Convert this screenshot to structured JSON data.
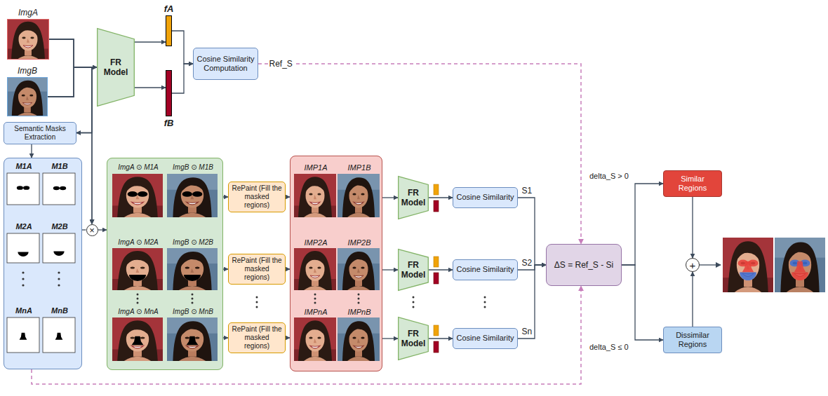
{
  "diagram": {
    "nodes": [
      {
        "text": [
          "ImgA"
        ]
      },
      {
        "text": [
          "ImgB"
        ]
      },
      {
        "text": [
          "FR Model"
        ]
      },
      {
        "text": [
          "fA"
        ]
      },
      {
        "text": [
          "fB"
        ]
      },
      {
        "text": [
          "Cosine Similarity Computation"
        ]
      },
      {
        "text": [
          "Semantic Masks Extraction"
        ]
      },
      {
        "text": [
          "M1A",
          "M1B",
          "M2A",
          "M2B",
          "MnA",
          "MnB"
        ]
      },
      {
        "text": [
          "×"
        ]
      },
      {
        "text": [
          "ImgA ⊙ M1A",
          "ImgB ⊙ M1B",
          "ImgA ⊙ M2A",
          "ImgB ⊙ M2B",
          "ImgA ⊙ MnA",
          "ImgB ⊙ MnB"
        ]
      },
      {
        "text": [
          "RePaint (Fill the masked regions)"
        ]
      },
      {
        "text": [
          "RePaint (Fill the masked regions)"
        ]
      },
      {
        "text": [
          "RePaint (Fill the masked regions)"
        ]
      },
      {
        "text": [
          "IMP1A",
          "IMP1B",
          "IMP2A",
          "IMP2B",
          "IMPnA",
          "IMPnB"
        ]
      },
      {
        "text": [
          "FR Model"
        ]
      },
      {
        "text": [
          "FR Model"
        ]
      },
      {
        "text": [
          "FR Model"
        ]
      },
      {
        "text": [
          "Cosine Similarity"
        ]
      },
      {
        "text": [
          "Cosine Similarity"
        ]
      },
      {
        "text": [
          "Cosine Similarity"
        ]
      },
      {
        "text": [
          "ΔS = Ref_S - Si"
        ]
      },
      {
        "text": [
          "Similar Regions"
        ]
      },
      {
        "text": [
          "Dissimilar Regions"
        ]
      },
      {
        "text": [
          "+"
        ]
      }
    ],
    "edges": [
      {
        "from": 0,
        "to": 2,
        "arrow": "to"
      },
      {
        "from": 1,
        "to": 2,
        "arrow": "to"
      },
      {
        "from": 0,
        "to": 6,
        "arrow": "to"
      },
      {
        "from": 1,
        "to": 6,
        "arrow": "to"
      },
      {
        "from": 0,
        "to": 8,
        "arrow": "to"
      },
      {
        "from": 1,
        "to": 8,
        "arrow": "to"
      },
      {
        "from": 2,
        "to": 3,
        "arrow": "to"
      },
      {
        "from": 2,
        "to": 4,
        "arrow": "to"
      },
      {
        "from": 3,
        "to": 5,
        "arrow": "to"
      },
      {
        "from": 4,
        "to": 5,
        "arrow": "to"
      },
      {
        "from": 5,
        "to": 20,
        "arrow": "to",
        "label": "Ref_S"
      },
      {
        "from": 6,
        "to": 7,
        "arrow": "to"
      },
      {
        "from": 7,
        "to": 8,
        "arrow": "none"
      },
      {
        "from": 7,
        "to": 20,
        "arrow": "to"
      },
      {
        "from": 8,
        "to": 9,
        "arrow": "to"
      },
      {
        "from": 9,
        "to": 10,
        "arrow": "to"
      },
      {
        "from": 9,
        "to": 11,
        "arrow": "to"
      },
      {
        "from": 9,
        "to": 12,
        "arrow": "to"
      },
      {
        "from": 10,
        "to": 13,
        "arrow": "to"
      },
      {
        "from": 11,
        "to": 13,
        "arrow": "to"
      },
      {
        "from": 12,
        "to": 13,
        "arrow": "to"
      },
      {
        "from": 13,
        "to": 14,
        "arrow": "to"
      },
      {
        "from": 13,
        "to": 15,
        "arrow": "to"
      },
      {
        "from": 13,
        "to": 16,
        "arrow": "to"
      },
      {
        "from": 14,
        "to": 17,
        "arrow": "to"
      },
      {
        "from": 15,
        "to": 18,
        "arrow": "to"
      },
      {
        "from": 16,
        "to": 19,
        "arrow": "to"
      },
      {
        "from": 17,
        "to": 20,
        "arrow": "to",
        "label": "S1"
      },
      {
        "from": 18,
        "to": 20,
        "arrow": "to",
        "label": "S2"
      },
      {
        "from": 19,
        "to": 20,
        "arrow": "to",
        "label": "Sn"
      },
      {
        "from": 20,
        "to": 21,
        "arrow": "to",
        "label": "delta_S > 0"
      },
      {
        "from": 20,
        "to": 22,
        "arrow": "to",
        "label": "delta_S ≤ 0"
      },
      {
        "from": 21,
        "to": 23,
        "arrow": "to"
      },
      {
        "from": 22,
        "to": 23,
        "arrow": "to"
      }
    ]
  }
}
